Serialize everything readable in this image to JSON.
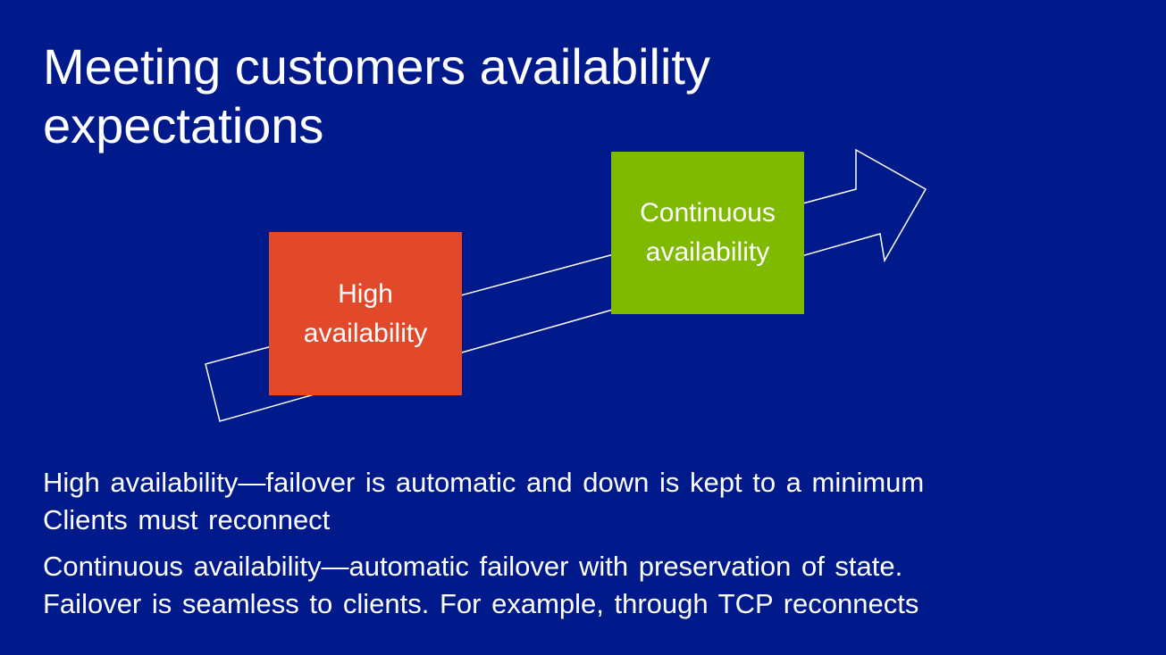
{
  "slide": {
    "title": "Meeting customers availability expectations",
    "diagram": {
      "boxes": [
        {
          "label_line1": "High",
          "label_line2": "availability",
          "color": "#e2492b"
        },
        {
          "label_line1": "Continuous",
          "label_line2": "availability",
          "color": "#7fba00"
        }
      ],
      "arrow_outline_color": "#ffffff"
    },
    "paragraphs": [
      {
        "line1": "High availability—failover is automatic and down is kept to a minimum",
        "line2": "Clients must reconnect"
      },
      {
        "line1": "Continuous availability—automatic failover with preservation of state.",
        "line2": "Failover is seamless to clients. For example, through TCP reconnects"
      }
    ],
    "colors": {
      "background": "#001a8c",
      "text": "#ffffff"
    }
  }
}
